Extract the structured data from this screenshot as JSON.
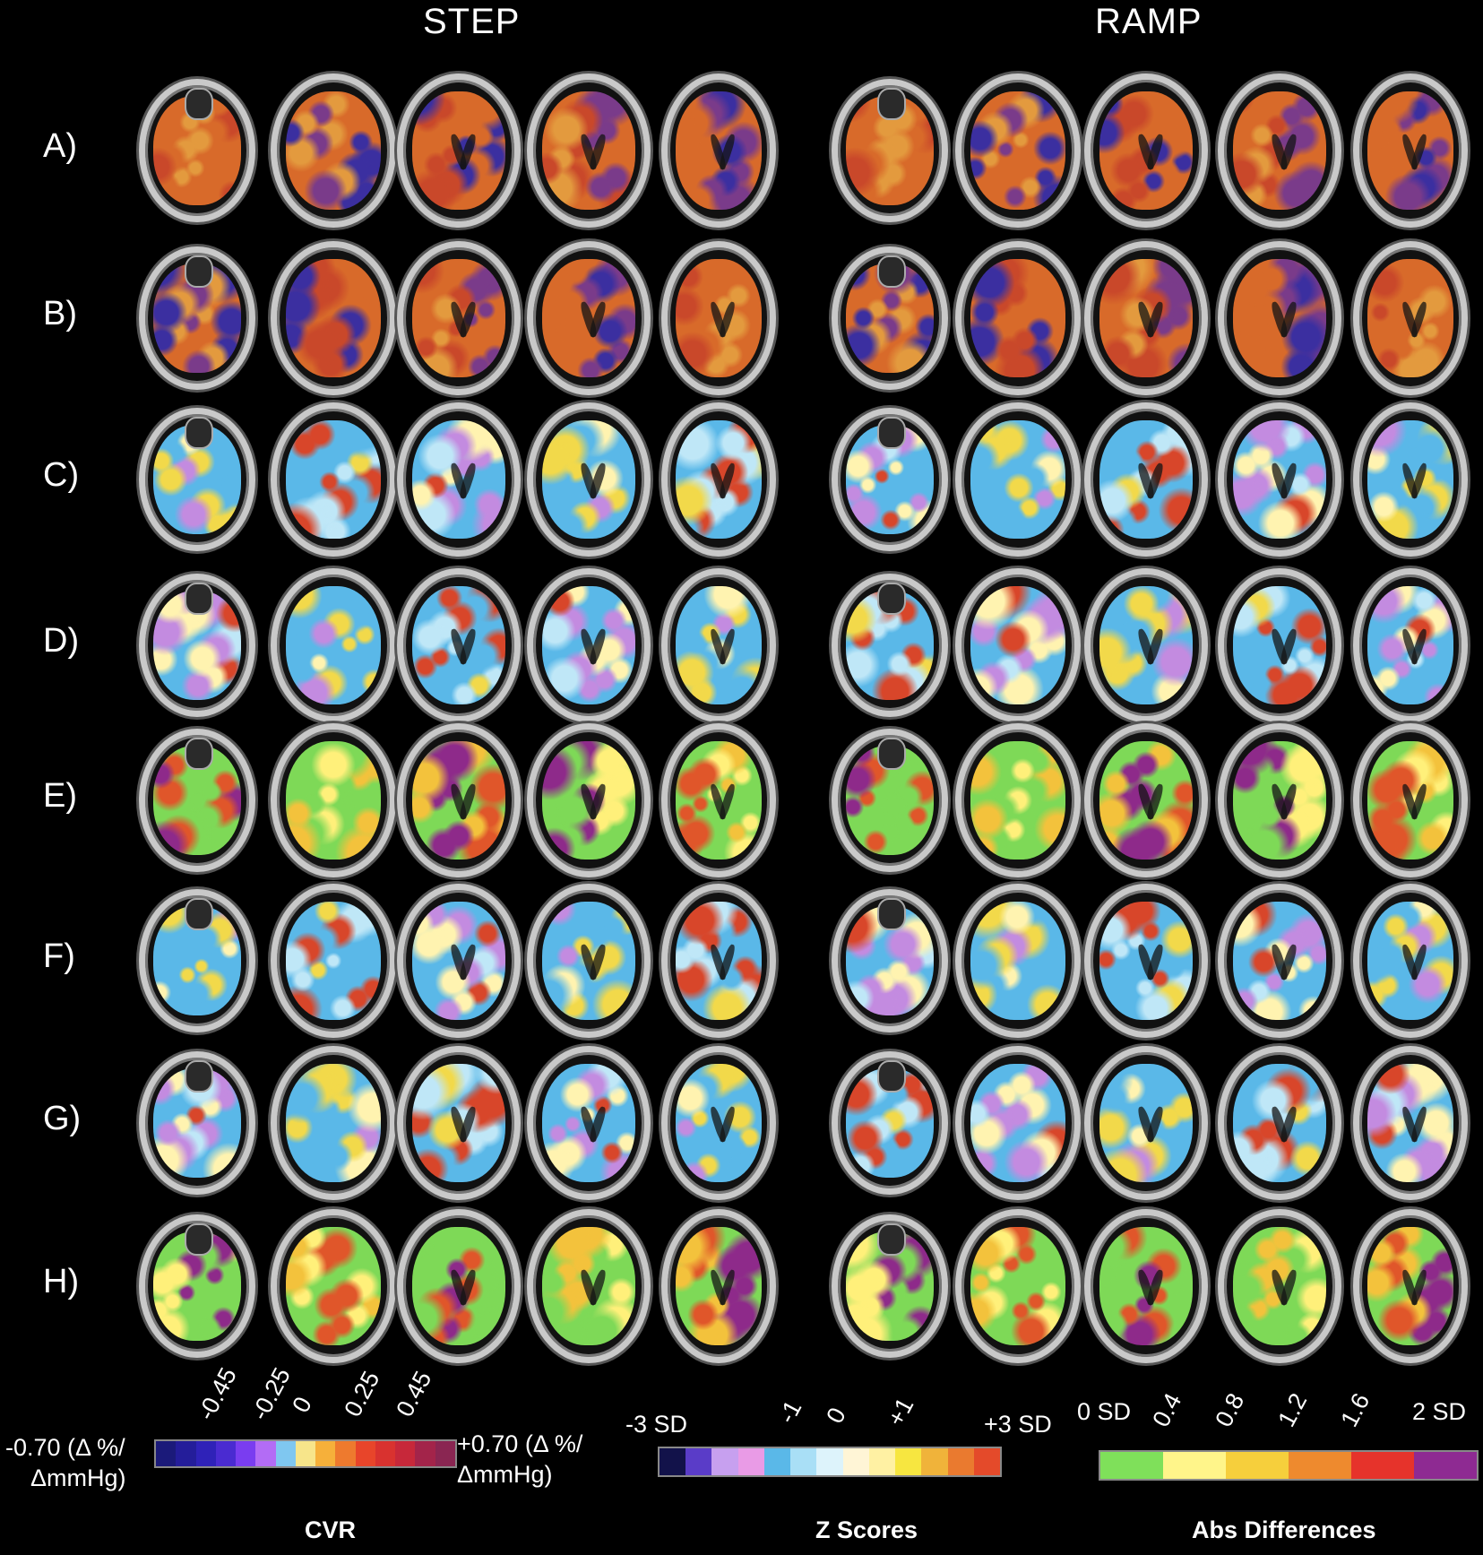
{
  "titles": {
    "left": "STEP",
    "right": "RAMP"
  },
  "rows": [
    "A)",
    "B)",
    "C)",
    "D)",
    "E)",
    "F)",
    "G)",
    "H)"
  ],
  "row_styles": [
    "cvr",
    "cvr",
    "z",
    "z",
    "abs",
    "z",
    "z",
    "abs"
  ],
  "slices_per_row": 5,
  "colors": {
    "cvr": [
      "#d86a2a",
      "#c9482a",
      "#e39a3e",
      "#7a3b8a",
      "#3b2fa0"
    ],
    "z": [
      "#5ab8e8",
      "#bfe7f7",
      "#fff3b0",
      "#f2d94a",
      "#d8462a",
      "#c38be0"
    ],
    "abs": [
      "#7ed957",
      "#fff07a",
      "#f3c23c",
      "#e0562a",
      "#8e2a8a"
    ]
  },
  "scales": {
    "cvr": {
      "title": "CVR",
      "left_label_1": "-0.70 (Δ %/",
      "left_label_2": "ΔmmHg)",
      "right_label_1": "+0.70 (Δ %/",
      "right_label_2": "ΔmmHg)",
      "ticks": [
        "-0.45",
        "-0.25",
        "0",
        "0.25",
        "0.45"
      ],
      "colors": [
        "#1b1a7a",
        "#241d9a",
        "#2f22b8",
        "#4a2bd1",
        "#7a3df0",
        "#b36cf5",
        "#7fc7f0",
        "#f7e58a",
        "#f6b03a",
        "#ee7a2e",
        "#e8452a",
        "#d9322f",
        "#c7283a",
        "#a3244a",
        "#8a2652"
      ]
    },
    "z": {
      "title": "Z Scores",
      "ticks": [
        "-3 SD",
        "-1",
        "0",
        "+1",
        "+3 SD"
      ],
      "colors": [
        "#12124a",
        "#5a3cc8",
        "#c7a0ef",
        "#e99be6",
        "#5ab8e8",
        "#a9dff6",
        "#ddf3fb",
        "#fff5d6",
        "#fff1a3",
        "#f7e640",
        "#f0b33a",
        "#ea7a2f",
        "#e44a2a"
      ]
    },
    "abs": {
      "title": "Abs Differences",
      "ticks": [
        "0 SD",
        "0.4",
        "0.8",
        "1.2",
        "1.6",
        "2 SD"
      ],
      "colors": [
        "#7fe05a",
        "#fff58a",
        "#f6cf3c",
        "#ee8a2e",
        "#e6332b",
        "#8e2a92"
      ]
    }
  }
}
